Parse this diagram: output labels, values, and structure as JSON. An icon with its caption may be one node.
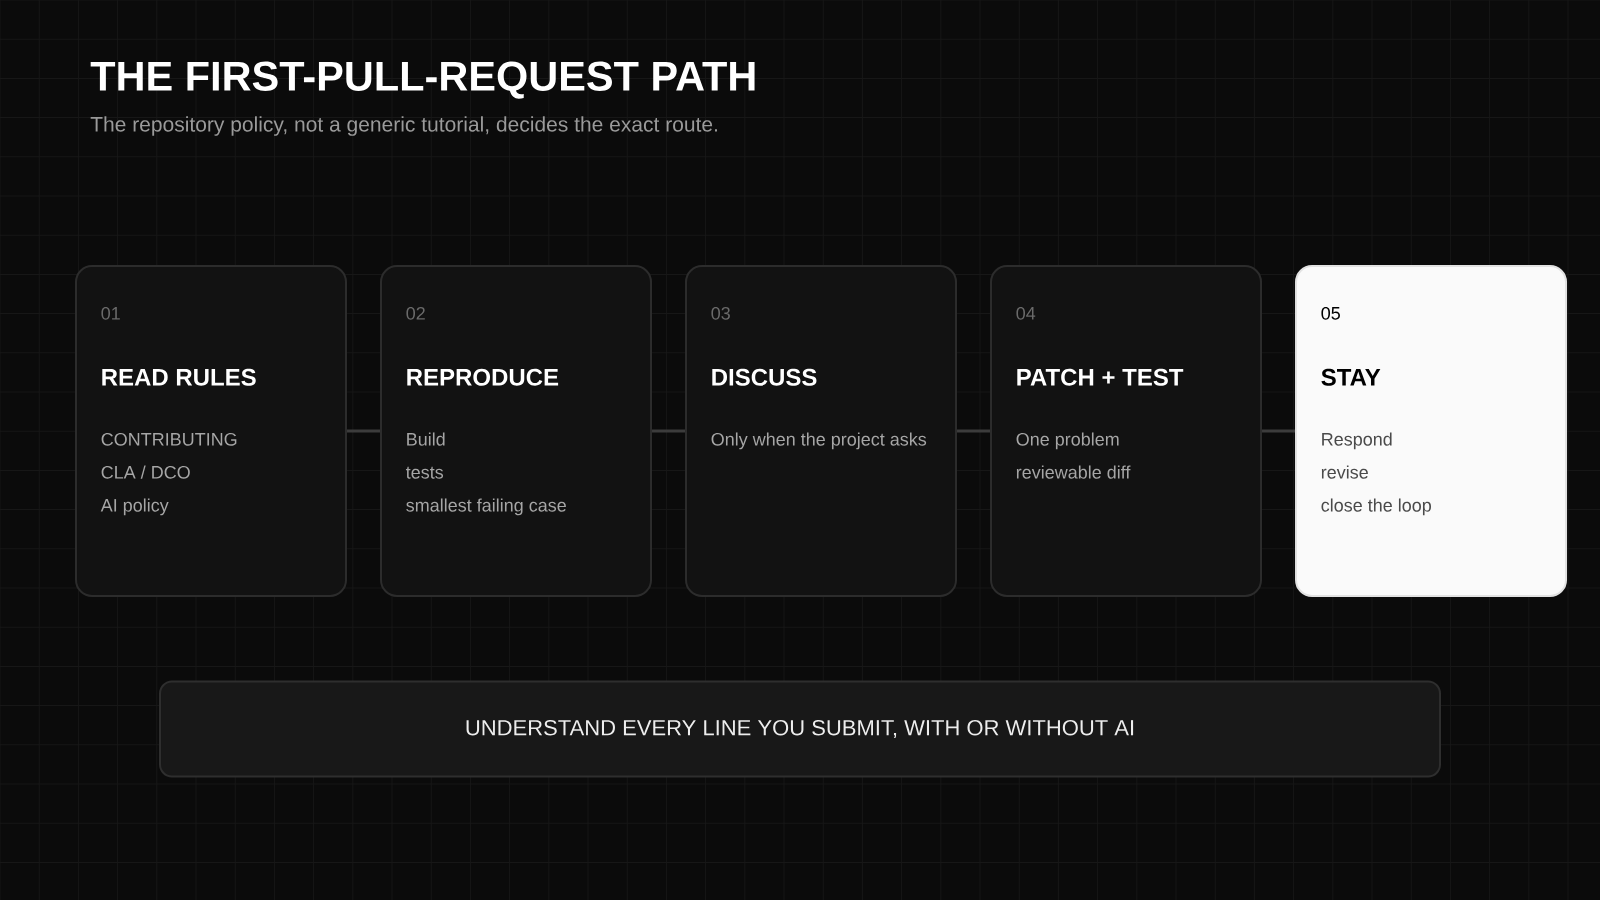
{
  "diagram": {
    "title": "THE FIRST-PULL-REQUEST PATH",
    "nodes": [
      {
        "text": [
          "01",
          "READ RULES",
          "CONTRIBUTING",
          "CLA / DCO",
          "AI policy"
        ]
      },
      {
        "text": [
          "02",
          "REPRODUCE",
          "Build",
          "tests",
          "smallest failing case"
        ]
      },
      {
        "text": [
          "03",
          "DISCUSS",
          "Only when the project asks"
        ]
      },
      {
        "text": [
          "04",
          "PATCH + TEST",
          "One problem",
          "reviewable diff"
        ]
      },
      {
        "text": [
          "05",
          "STAY",
          "Respond",
          "revise",
          "close the loop"
        ]
      },
      {
        "text": [
          "UNDERSTAND EVERY LINE YOU SUBMIT, WITH OR WITHOUT AI"
        ]
      }
    ],
    "edges": [
      {
        "from": 0,
        "to": 1,
        "arrow": "none"
      },
      {
        "from": 1,
        "to": 2,
        "arrow": "none"
      },
      {
        "from": 2,
        "to": 3,
        "arrow": "none"
      },
      {
        "from": 3,
        "to": 4,
        "arrow": "none"
      }
    ],
    "labels": [
      "The repository policy, not a generic tutorial, decides the exact route."
    ]
  }
}
